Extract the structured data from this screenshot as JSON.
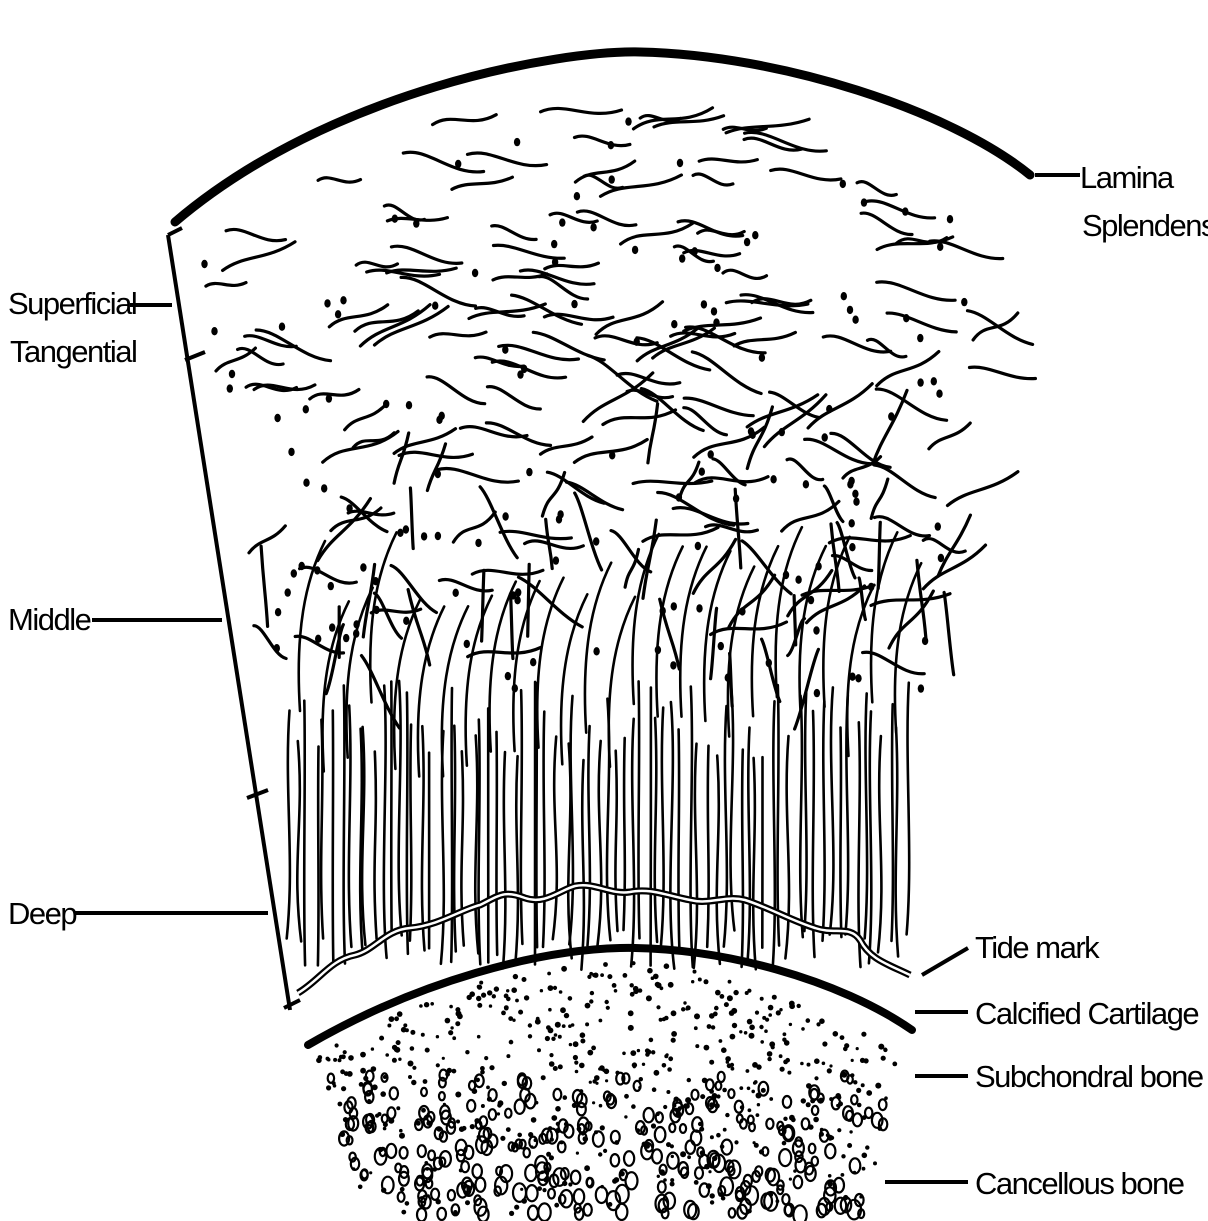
{
  "diagram": {
    "labels": {
      "lamina_1": "Lamina",
      "lamina_2": "Splendens",
      "superficial_1": "Superficial",
      "superficial_2": "Tangential",
      "middle": "Middle",
      "deep": "Deep",
      "tide_mark": "Tide mark",
      "calcified_cartilage": "Calcified Cartilage",
      "subchondral_bone": "Subchondral bone",
      "cancellous_bone": "Cancellous bone"
    }
  }
}
